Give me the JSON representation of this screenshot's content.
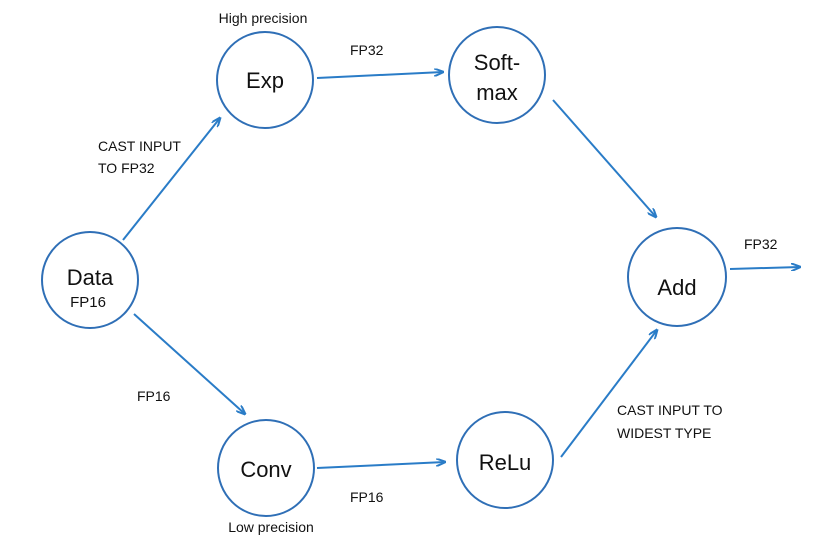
{
  "nodes": {
    "data": {
      "label": "Data",
      "sublabel": "FP16"
    },
    "exp": {
      "label": "Exp"
    },
    "softmax": {
      "label_line1": "Soft-",
      "label_line2": "max"
    },
    "add": {
      "label": "Add"
    },
    "conv": {
      "label": "Conv"
    },
    "relu": {
      "label": "ReLu"
    }
  },
  "captions": {
    "exp": "High precision",
    "conv": "Low precision"
  },
  "edges": {
    "data_exp": {
      "line1": "CAST INPUT",
      "line2": "TO FP32"
    },
    "exp_softmax": "FP32",
    "add_out": "FP32",
    "data_conv": "FP16",
    "conv_relu": "FP16",
    "relu_add": {
      "line1": "CAST INPUT TO",
      "line2": "WIDEST TYPE"
    }
  },
  "colors": {
    "edge": "#2a7cc7",
    "node_stroke": "#2f6fb6"
  }
}
